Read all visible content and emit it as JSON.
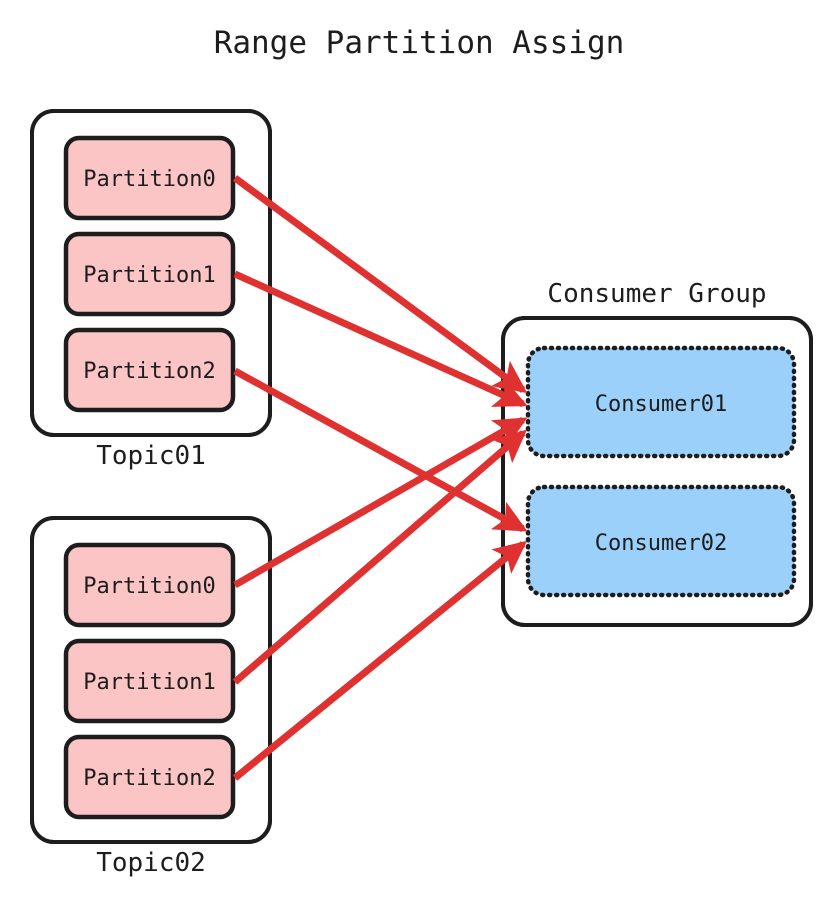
{
  "title": "Range Partition Assign",
  "colors": {
    "partition_fill": "#fbc5c6",
    "consumer_fill": "#9bd0fb",
    "container_stroke": "#1d1d1d",
    "hatch_line": "#f5d98a",
    "arrow": "#e03131",
    "text": "#1d1d1d",
    "background": "#ffffff"
  },
  "topics": [
    {
      "id": "topic01",
      "label": "Topic01",
      "partitions": [
        {
          "id": "t1p0",
          "label": "Partition0"
        },
        {
          "id": "t1p1",
          "label": "Partition1"
        },
        {
          "id": "t1p2",
          "label": "Partition2"
        }
      ]
    },
    {
      "id": "topic02",
      "label": "Topic02",
      "partitions": [
        {
          "id": "t2p0",
          "label": "Partition0"
        },
        {
          "id": "t2p1",
          "label": "Partition1"
        },
        {
          "id": "t2p2",
          "label": "Partition2"
        }
      ]
    }
  ],
  "consumer_group": {
    "label": "Consumer Group",
    "consumers": [
      {
        "id": "consumer01",
        "label": "Consumer01"
      },
      {
        "id": "consumer02",
        "label": "Consumer02"
      }
    ]
  },
  "assignments": [
    {
      "from": "topic01.Partition0",
      "to": "Consumer01"
    },
    {
      "from": "topic01.Partition1",
      "to": "Consumer01"
    },
    {
      "from": "topic01.Partition2",
      "to": "Consumer02"
    },
    {
      "from": "topic02.Partition0",
      "to": "Consumer01"
    },
    {
      "from": "topic02.Partition1",
      "to": "Consumer01"
    },
    {
      "from": "topic02.Partition2",
      "to": "Consumer02"
    }
  ]
}
